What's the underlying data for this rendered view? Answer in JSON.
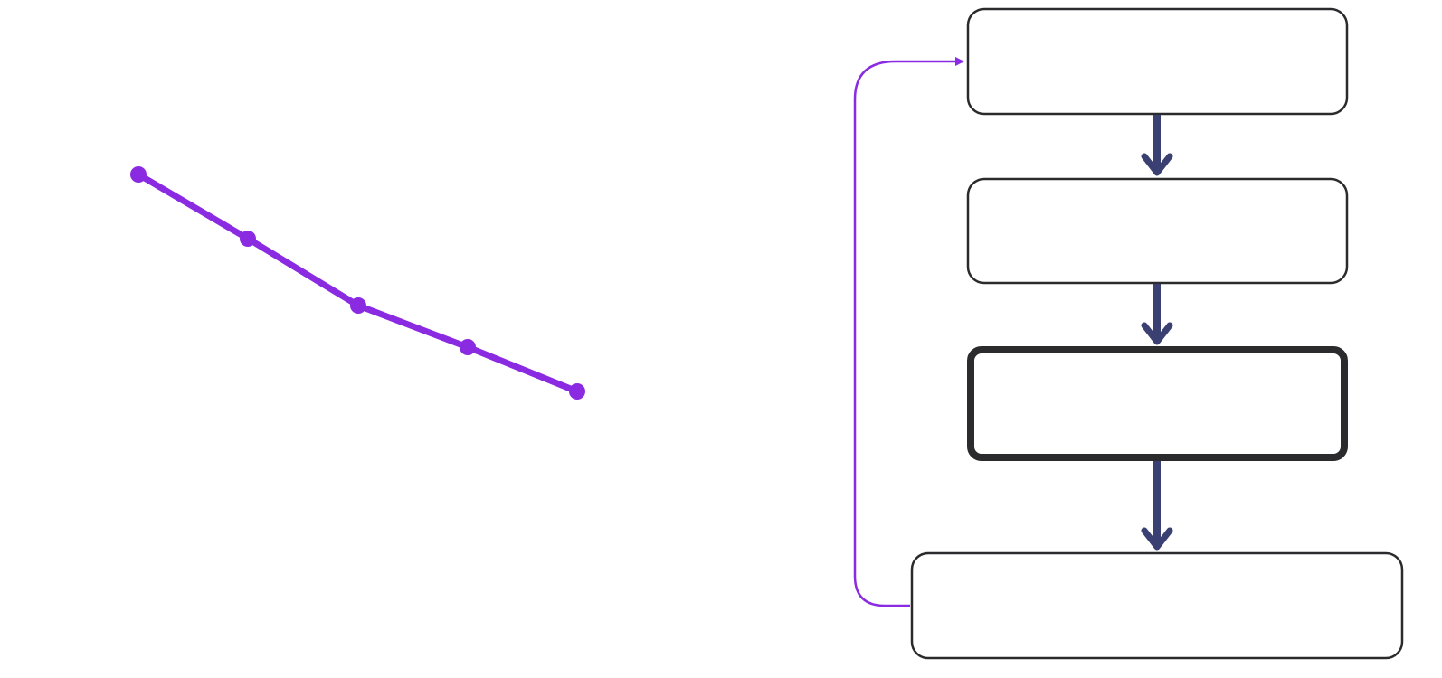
{
  "colors": {
    "background": "#ffffff",
    "line": "#8a2be2",
    "box_stroke": "#2b2b2e",
    "flow_arrow": "#3b4072",
    "loop_arrow": "#8a2be2"
  },
  "polyline": {
    "point_count": 5,
    "markers": "circle"
  },
  "flowchart": {
    "nodes": [
      {
        "id": "step-1",
        "emphasized": false
      },
      {
        "id": "step-2",
        "emphasized": false
      },
      {
        "id": "step-3",
        "emphasized": true
      },
      {
        "id": "step-4",
        "emphasized": false
      }
    ],
    "edges": [
      {
        "from": "step-1",
        "to": "step-2"
      },
      {
        "from": "step-2",
        "to": "step-3"
      },
      {
        "from": "step-3",
        "to": "step-4"
      },
      {
        "from": "step-4",
        "to": "step-1",
        "type": "loop-back"
      }
    ]
  }
}
